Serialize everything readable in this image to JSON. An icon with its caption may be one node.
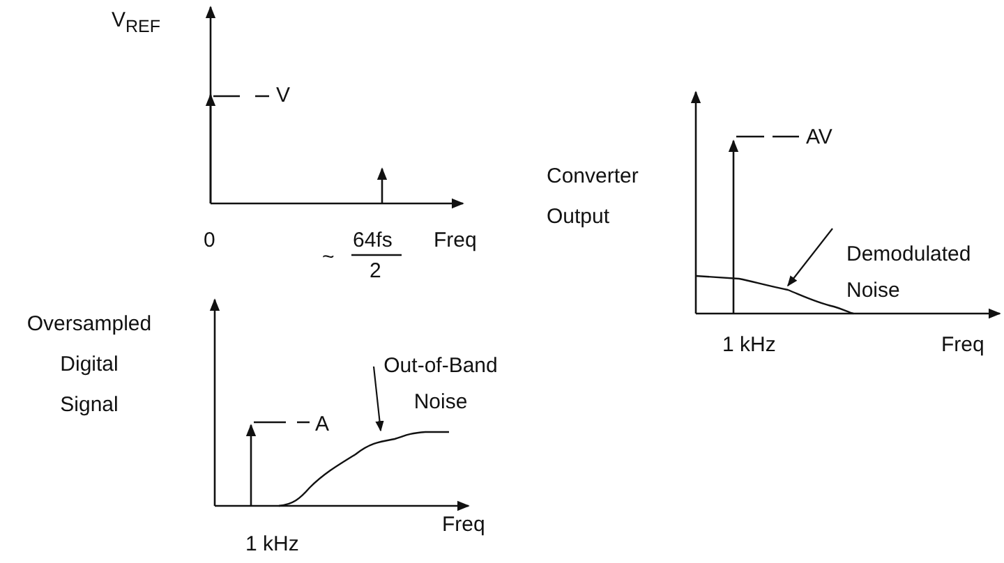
{
  "diagram": {
    "nodes": [
      {
        "text": [
          "Out-of-Band Noise"
        ]
      },
      {
        "text": [],
        "shape": "curve"
      },
      {
        "text": [
          "Demodulated Noise"
        ]
      },
      {
        "text": [],
        "shape": "curve"
      }
    ],
    "edges": [
      {
        "from": 0,
        "to": 1,
        "arrow": "to"
      },
      {
        "from": 2,
        "to": 3,
        "arrow": "to"
      }
    ],
    "labels": [
      "V$_{REF}$",
      "V",
      "0",
      "~",
      "64fs",
      "2",
      "Freq",
      "Oversampled Digital Signal",
      "A",
      "1 kHz",
      "Freq",
      "Converter Output",
      "AV",
      "1 kHz",
      "Freq"
    ]
  }
}
